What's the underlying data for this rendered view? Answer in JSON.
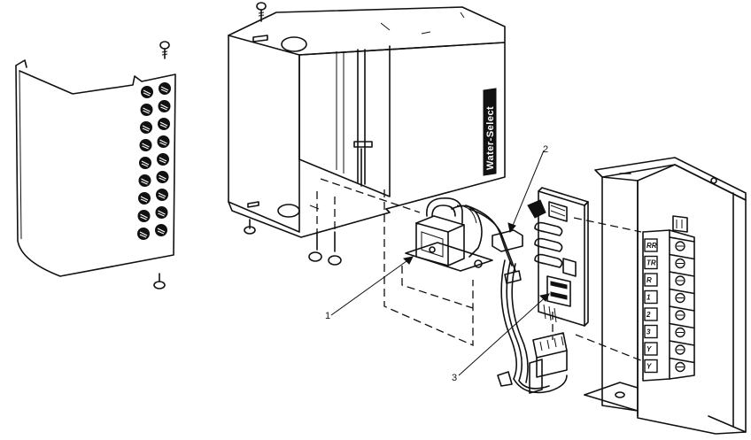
{
  "callouts": [
    {
      "number": "1"
    },
    {
      "number": "2"
    },
    {
      "number": "3"
    }
  ],
  "box_brand_label": "Water-Select",
  "terminal_labels": [
    "RR",
    "TR",
    "R",
    "1",
    "2",
    "3",
    "Y",
    "Y"
  ]
}
